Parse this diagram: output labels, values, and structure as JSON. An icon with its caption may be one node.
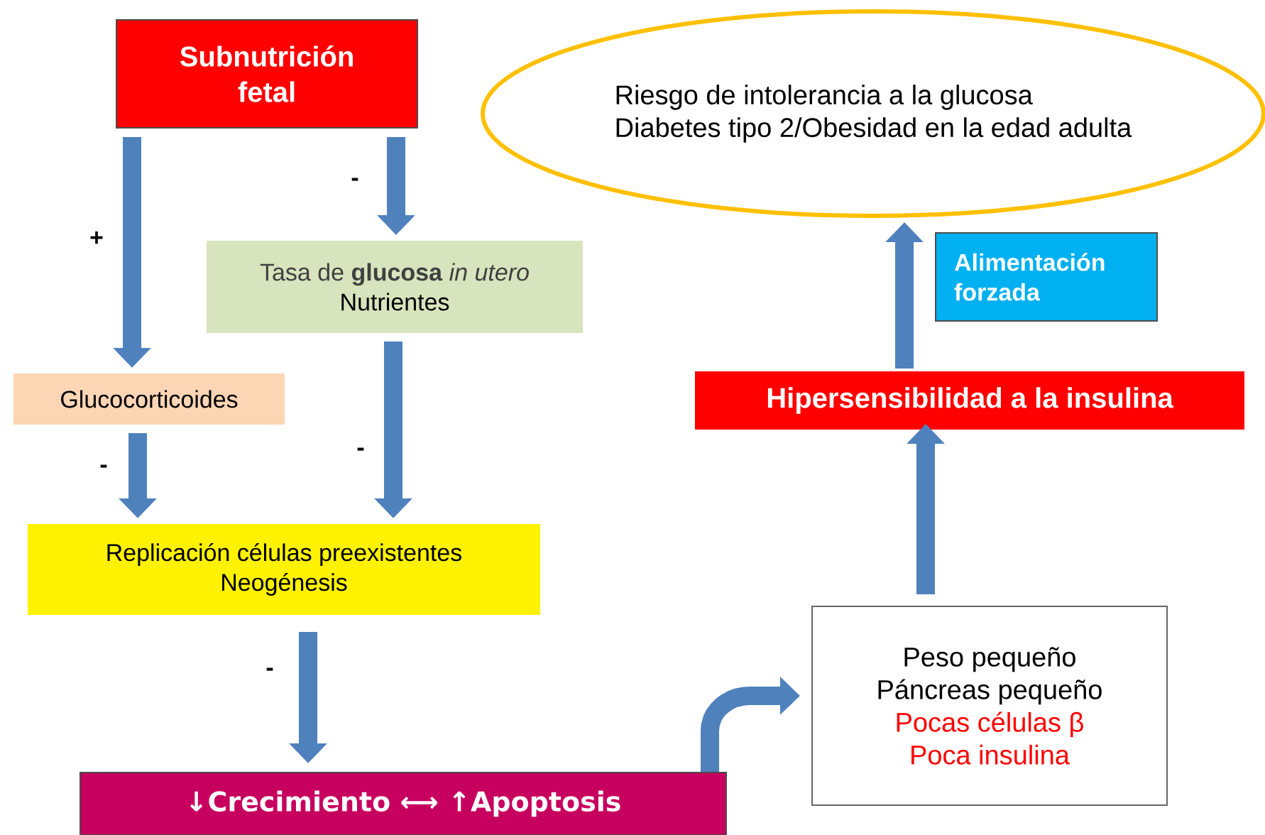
{
  "diagram": {
    "nodes": [
      {
        "text": [
          "Subnutrición fetal"
        ]
      },
      {
        "text": [
          "Tasa de **glucosa** *in utero*",
          "Nutrientes"
        ]
      },
      {
        "text": [
          "Glucocorticoides"
        ]
      },
      {
        "text": [
          "Replicación células preexistentes",
          "Neogénesis"
        ]
      },
      {
        "text": [
          "↓Crecimiento ⟷ ↑Apoptosis"
        ]
      },
      {
        "text": [
          "Peso pequeño",
          "Páncreas pequeño",
          "Pocas células β",
          "Poca insulina"
        ]
      },
      {
        "text": [
          "Hipersensibilidad a la insulina"
        ]
      },
      {
        "text": [
          "Alimentación forzada"
        ]
      },
      {
        "text": [
          "Riesgo de intolerancia a la glucosa",
          "Diabetes tipo 2/Obesidad en la edad adulta"
        ]
      }
    ],
    "edges": [
      {
        "from": 0,
        "to": 2,
        "arrow": "to",
        "label": "+"
      },
      {
        "from": 0,
        "to": 1,
        "arrow": "to",
        "label": "-"
      },
      {
        "from": 2,
        "to": 3,
        "arrow": "to",
        "label": "-"
      },
      {
        "from": 1,
        "to": 3,
        "arrow": "to",
        "label": "-"
      },
      {
        "from": 3,
        "to": 4,
        "arrow": "to",
        "label": "-"
      },
      {
        "from": 4,
        "to": 5,
        "arrow": "to"
      },
      {
        "from": 5,
        "to": 6,
        "arrow": "to"
      },
      {
        "from": 6,
        "to": 8,
        "arrow": "to"
      }
    ]
  }
}
